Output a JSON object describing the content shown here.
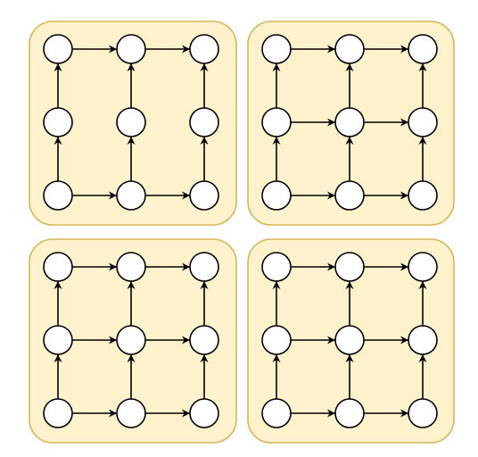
{
  "colors": {
    "background": "#ffffff",
    "panel_fill": "#fff2cc",
    "panel_stroke": "#d6b656",
    "node_fill": "#ffffff",
    "node_stroke": "#000000",
    "edge": "#000000"
  },
  "grid": {
    "rows": [
      "top",
      "middle",
      "bottom"
    ],
    "cols": [
      "left",
      "center",
      "right"
    ]
  },
  "panels": [
    {
      "id": "top-left",
      "edges": [
        [
          "r0c0",
          "r0c1"
        ],
        [
          "r0c1",
          "r0c2"
        ],
        [
          "r2c0",
          "r2c1"
        ],
        [
          "r2c1",
          "r2c2"
        ],
        [
          "r1c0",
          "r0c0"
        ],
        [
          "r2c0",
          "r1c0"
        ],
        [
          "r1c1",
          "r0c1"
        ],
        [
          "r2c1",
          "r1c1"
        ],
        [
          "r1c2",
          "r0c2"
        ],
        [
          "r2c2",
          "r1c2"
        ]
      ]
    },
    {
      "id": "top-right",
      "edges": [
        [
          "r0c0",
          "r0c1"
        ],
        [
          "r0c1",
          "r0c2"
        ],
        [
          "r1c0",
          "r1c1"
        ],
        [
          "r1c1",
          "r1c2"
        ],
        [
          "r2c0",
          "r2c1"
        ],
        [
          "r2c1",
          "r2c2"
        ],
        [
          "r1c0",
          "r0c0"
        ],
        [
          "r2c0",
          "r1c0"
        ],
        [
          "r1c1",
          "r0c1"
        ],
        [
          "r2c1",
          "r1c1"
        ],
        [
          "r1c2",
          "r0c2"
        ],
        [
          "r2c2",
          "r1c2"
        ]
      ]
    },
    {
      "id": "bottom-left",
      "edges": [
        [
          "r0c0",
          "r0c1"
        ],
        [
          "r0c1",
          "r0c2"
        ],
        [
          "r1c0",
          "r1c1"
        ],
        [
          "r1c1",
          "r1c2"
        ],
        [
          "r2c0",
          "r2c1"
        ],
        [
          "r2c1",
          "r2c2"
        ],
        [
          "r1c0",
          "r0c0"
        ],
        [
          "r2c0",
          "r1c0"
        ],
        [
          "r1c1",
          "r0c1"
        ],
        [
          "r2c1",
          "r1c1"
        ],
        [
          "r1c2",
          "r0c2"
        ],
        [
          "r2c2",
          "r1c2"
        ]
      ]
    },
    {
      "id": "bottom-right",
      "edges": [
        [
          "r0c0",
          "r0c1"
        ],
        [
          "r0c1",
          "r0c2"
        ],
        [
          "r1c0",
          "r1c1"
        ],
        [
          "r1c1",
          "r1c2"
        ],
        [
          "r2c0",
          "r2c1"
        ],
        [
          "r2c1",
          "r2c2"
        ],
        [
          "r1c0",
          "r0c0"
        ],
        [
          "r2c0",
          "r1c0"
        ],
        [
          "r1c1",
          "r0c1"
        ],
        [
          "r2c1",
          "r1c1"
        ],
        [
          "r1c2",
          "r0c2"
        ],
        [
          "r2c2",
          "r1c2"
        ]
      ]
    }
  ]
}
